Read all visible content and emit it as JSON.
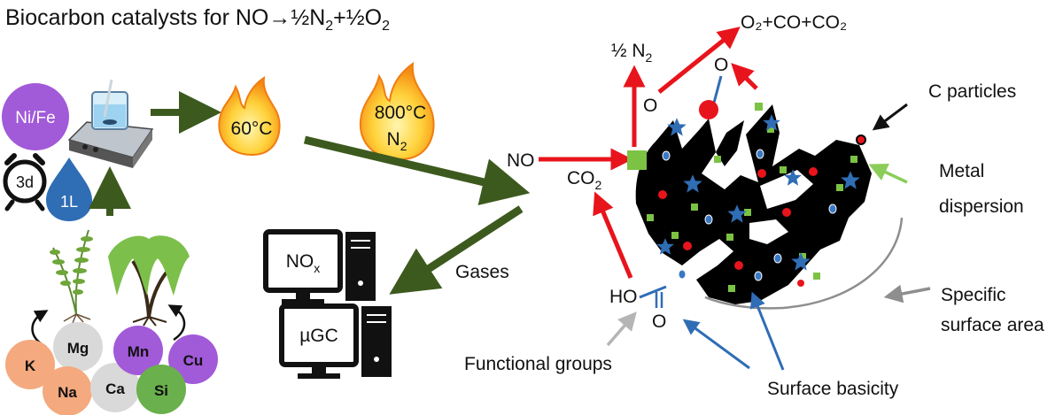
{
  "title": {
    "prefix": "Biocarbon catalysts for NO",
    "arrow": "→",
    "half1": "½N",
    "sub1": "2",
    "plus": "+",
    "half2": "½O",
    "sub2": "2"
  },
  "precursors": {
    "metal_bubble": "Ni/Fe",
    "time": "3d",
    "volume": "1L"
  },
  "minerals": [
    "K",
    "Mg",
    "Na",
    "Ca",
    "Mn",
    "Cu",
    "Si"
  ],
  "process": {
    "drying_temp": "60°C",
    "pyrolysis_temp": "800°C",
    "atmosphere": "N",
    "atmosphere_sub": "2"
  },
  "analysis": {
    "nox": "NO",
    "nox_sub": "x",
    "ugc": "µGC",
    "gases_label": "Gases"
  },
  "reaction": {
    "no": "NO",
    "co2": "CO",
    "co2_sub": "2",
    "half_n2": "½ N",
    "half_n2_sub": "2",
    "products": "O₂+CO+CO₂",
    "o_left": "O",
    "o_top": "O",
    "ho": "HO",
    "o_bottom": "O"
  },
  "labels": {
    "c_particles": "C particles",
    "metal_dispersion_1": "Metal",
    "metal_dispersion_2": "dispersion",
    "ssa_1": "Specific",
    "ssa_2": "surface area",
    "functional_groups": "Functional groups",
    "surface_basicity": "Surface basicity"
  },
  "colors": {
    "dark_green": "#3d5a1e",
    "red": "#e8141c",
    "blue": "#2f6db5",
    "light_green": "#7cc243",
    "grey": "#8e8e8e",
    "purple": "#a15ad8",
    "orange": "#f4a97f",
    "mineral_grey": "#d9d9d9",
    "si_green": "#6ab04c"
  }
}
